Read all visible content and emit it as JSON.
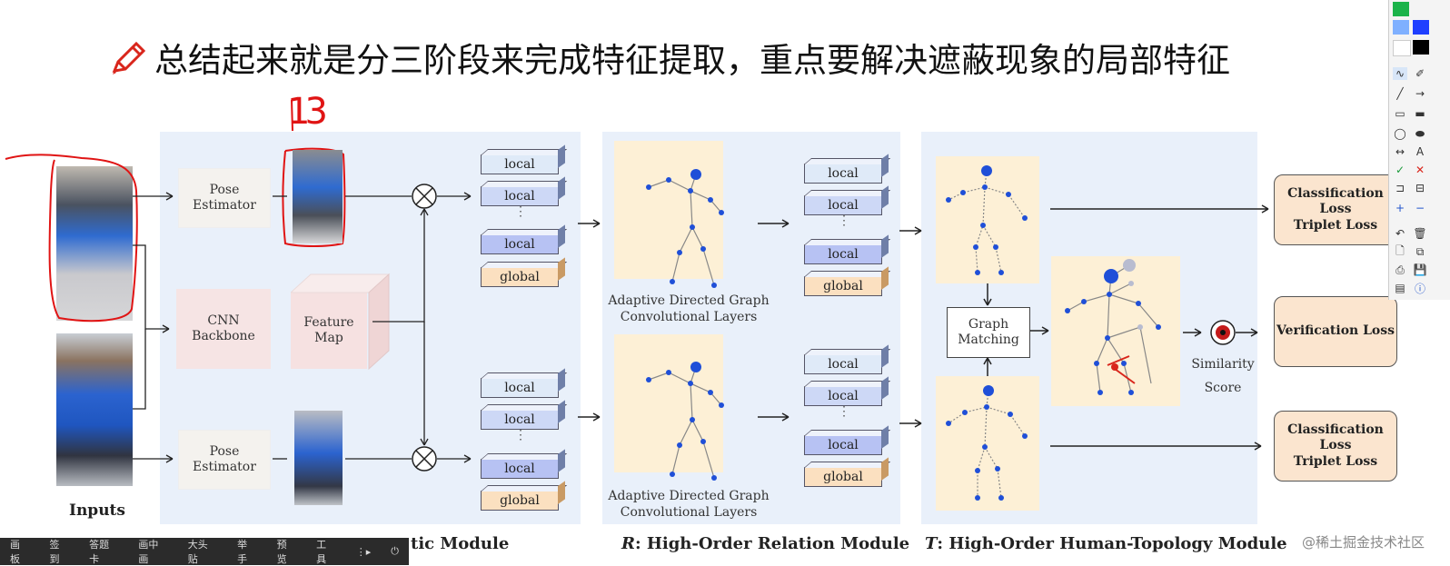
{
  "title": "总结起来就是分三阶段来完成特征提取，重点要解决遮蔽现象的局部特征",
  "annotation_number": "13",
  "inputs_label": "Inputs",
  "pose_estimator_top": "Pose Estimator",
  "pose_estimator_bottom": "Pose Estimator",
  "cnn_backbone": [
    "CNN",
    "Backbone"
  ],
  "feature_map": [
    "Feature",
    "Map"
  ],
  "tokens_top_s": [
    "local",
    "local",
    "local",
    "global"
  ],
  "tokens_bottom_s": [
    "local",
    "local",
    "local",
    "global"
  ],
  "tokens_top_r": [
    "local",
    "local",
    "local",
    "global"
  ],
  "tokens_bottom_r": [
    "local",
    "local",
    "local",
    "global"
  ],
  "adg_caption_top": [
    "Adaptive Directed Graph",
    "Convolutional Layers"
  ],
  "adg_caption_bottom": [
    "Adaptive Directed Graph",
    "Convolutional Layers"
  ],
  "graph_matching": [
    "Graph",
    "Matching"
  ],
  "similarity": [
    "Similarity",
    "Score"
  ],
  "loss_top": [
    "Classification Loss",
    "Triplet Loss"
  ],
  "loss_mid": "Verification Loss",
  "loss_bottom": [
    "Classification Loss",
    "Triplet Loss"
  ],
  "module_s": "tic Module",
  "module_r_letter": "R",
  "module_r": ": High-Order Relation Module",
  "module_t_letter": "T",
  "module_t": ": High-Order Human-Topology Module",
  "watermark": "@稀土掘金技术社区",
  "taskbar": [
    "画板",
    "签到",
    "答题卡",
    "画中画",
    "大头贴",
    "举手",
    "预览",
    "工具"
  ],
  "colors": {
    "accent_red": "#d9261c",
    "panel": "#e9f0fa",
    "loss_fill": "#fbe5cf",
    "joint_blue": "#1f4fd8"
  }
}
